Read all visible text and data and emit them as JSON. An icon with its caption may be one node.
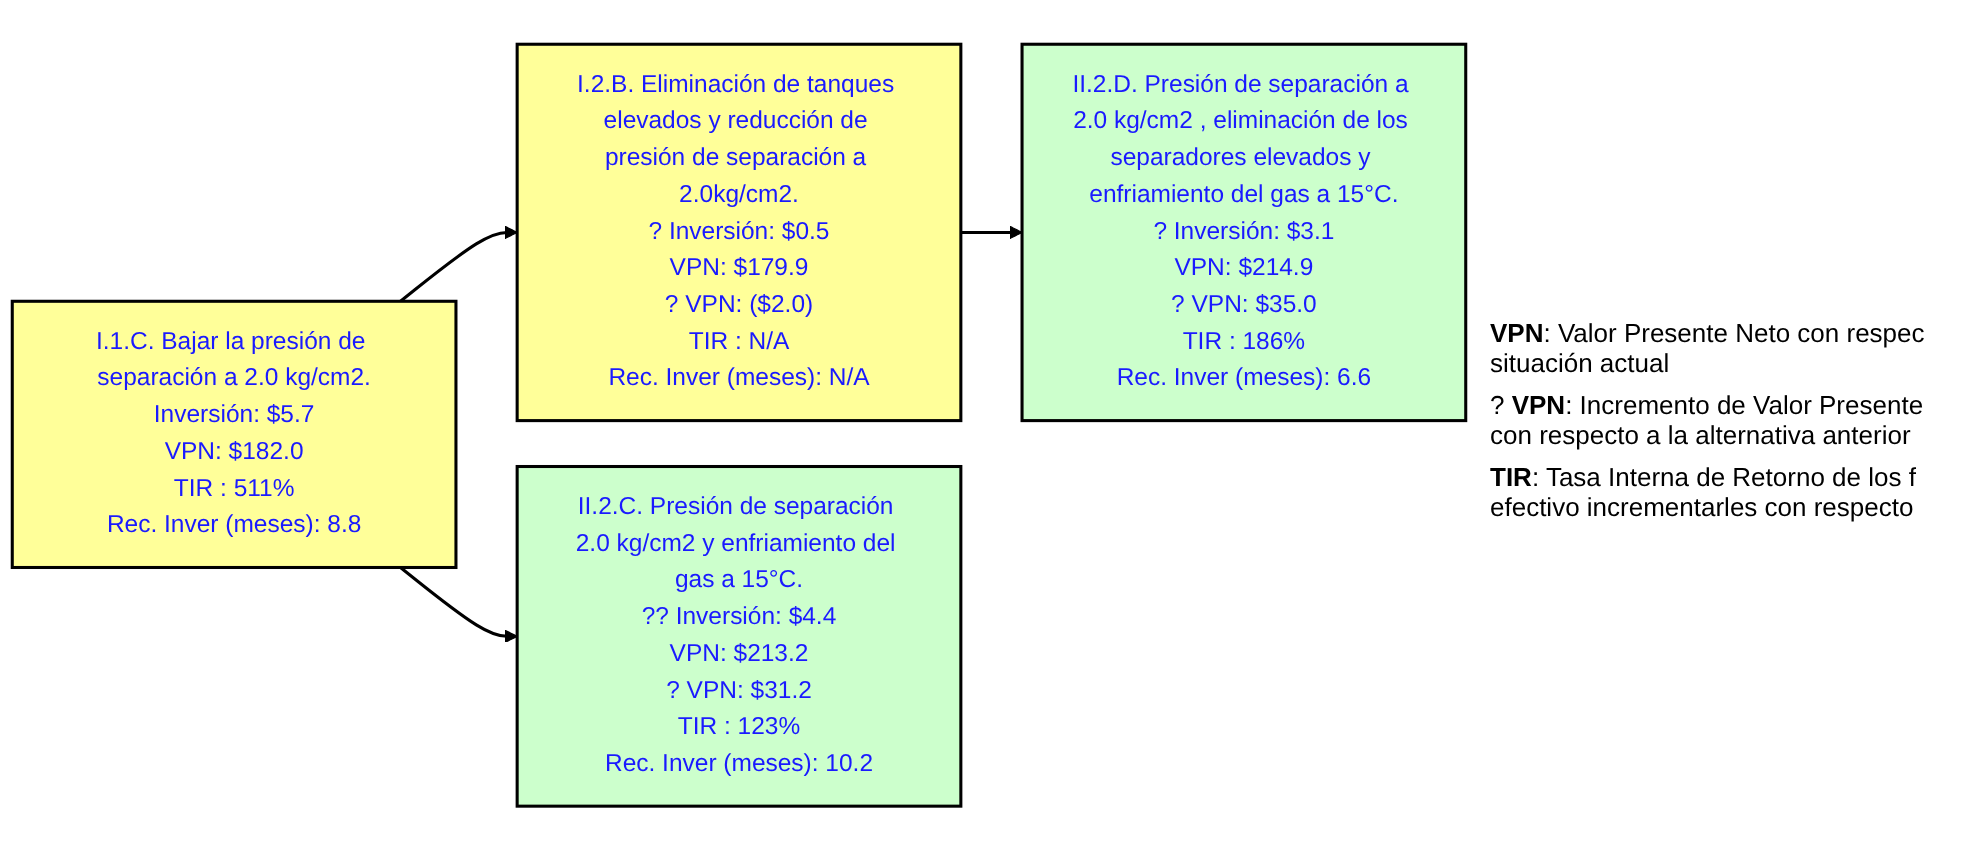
{
  "diagram": {
    "nodes": [
      {
        "text": [
          "I.1.C. Bajar la presión de separación a 2.0 kg/cm2.",
          "Inversión: $5.7",
          "VPN: $182.0",
          "TIR : 511%",
          "Rec. Inver (meses): 8.8"
        ]
      },
      {
        "text": [
          "I.2.B. Eliminación de tanques elevados y reducción de presión de separación a 2.0kg/cm2.",
          "? Inversión: $0.5",
          "VPN: $179.9",
          "? VPN: ($2.0)",
          "TIR : N/A",
          "Rec. Inver (meses): N/A"
        ]
      },
      {
        "text": [
          "II.2.D. Presión de separación a 2.0 kg/cm2 , eliminación de los separadores elevados y enfriamiento del gas a 15°C.",
          "? Inversión: $3.1",
          "VPN: $214.9",
          "? VPN: $35.0",
          "TIR : 186%",
          "Rec. Inver (meses): 6.6"
        ]
      },
      {
        "text": [
          "II.2.C. Presión de separación 2.0 kg/cm2 y enfriamiento del gas a 15°C.",
          "?? Inversión: $4.4",
          "VPN: $213.2",
          "? VPN: $31.2",
          "TIR : 123%",
          "Rec. Inver (meses): 10.2"
        ]
      }
    ],
    "edges": [
      {
        "from": 0,
        "to": 1,
        "arrow": "to"
      },
      {
        "from": 1,
        "to": 2,
        "arrow": "to"
      },
      {
        "from": 0,
        "to": 3,
        "arrow": "to"
      }
    ],
    "labels": [
      "**VPN**: Valor Presente Neto con respec situación actual",
      "? **VPN**: Incremento de Valor Presente con respecto a la alternativa anterior",
      "**TIR**: Tasa Interna de Retorno de los f efectivo incrementarles con respecto"
    ]
  }
}
